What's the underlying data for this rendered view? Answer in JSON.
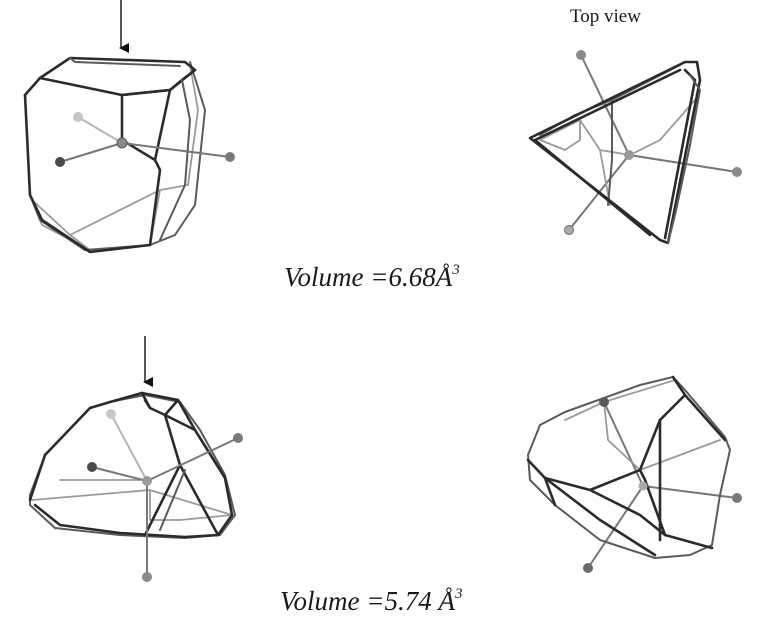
{
  "top_view_label": "Top view",
  "panel1": {
    "volume_label": "Volume =6.68",
    "unit": "Å",
    "exponent": "3"
  },
  "panel2": {
    "volume_label": "Volume =5.74 ",
    "unit": "Å",
    "exponent": "3"
  },
  "colors": {
    "edge_dark": "#2b2b2b",
    "edge_light": "#9a9a9a",
    "atom_dark": "#4a4a4a",
    "atom_light": "#bdbdbd"
  }
}
